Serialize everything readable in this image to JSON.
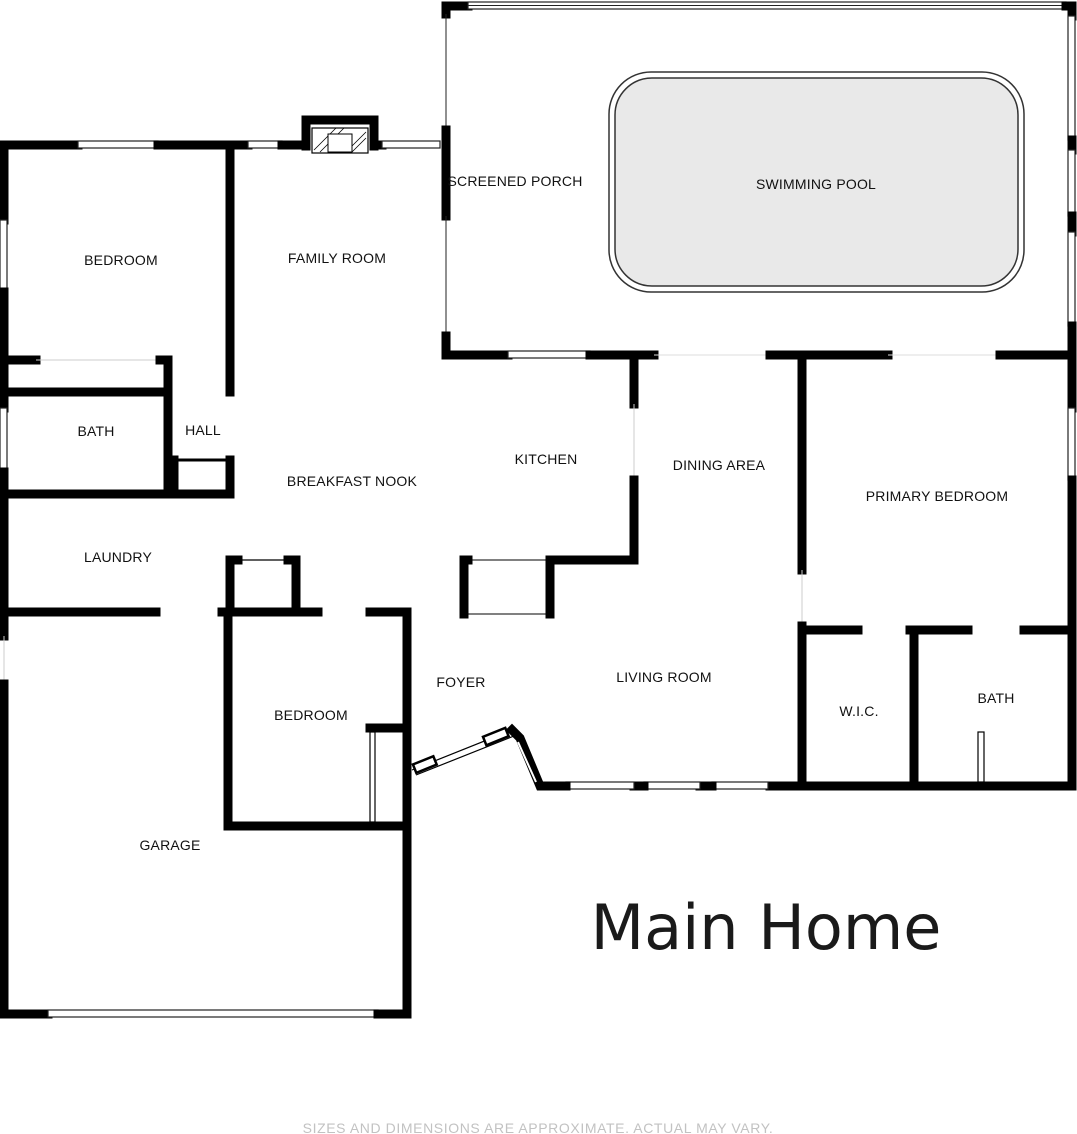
{
  "title": "Main Home",
  "disclaimer": "SIZES AND DIMENSIONS ARE APPROXIMATE. ACTUAL MAY VARY.",
  "rooms": {
    "screened_porch": "SCREENED PORCH",
    "swimming_pool": "SWIMMING POOL",
    "bedroom_1": "BEDROOM",
    "family_room": "FAMILY ROOM",
    "bath_1": "BATH",
    "hall": "HALL",
    "breakfast_nook": "BREAKFAST NOOK",
    "kitchen": "KITCHEN",
    "dining_area": "DINING AREA",
    "primary_bedroom": "PRIMARY BEDROOM",
    "laundry": "LAUNDRY",
    "foyer": "FOYER",
    "living_room": "LIVING ROOM",
    "bedroom_2": "BEDROOM",
    "wic": "W.I.C.",
    "bath_2": "BATH",
    "garage": "GARAGE"
  },
  "colors": {
    "wall": "#000000",
    "pool_fill": "#e9e9e9",
    "background": "#ffffff",
    "disclaimer": "#c2c2c2"
  }
}
